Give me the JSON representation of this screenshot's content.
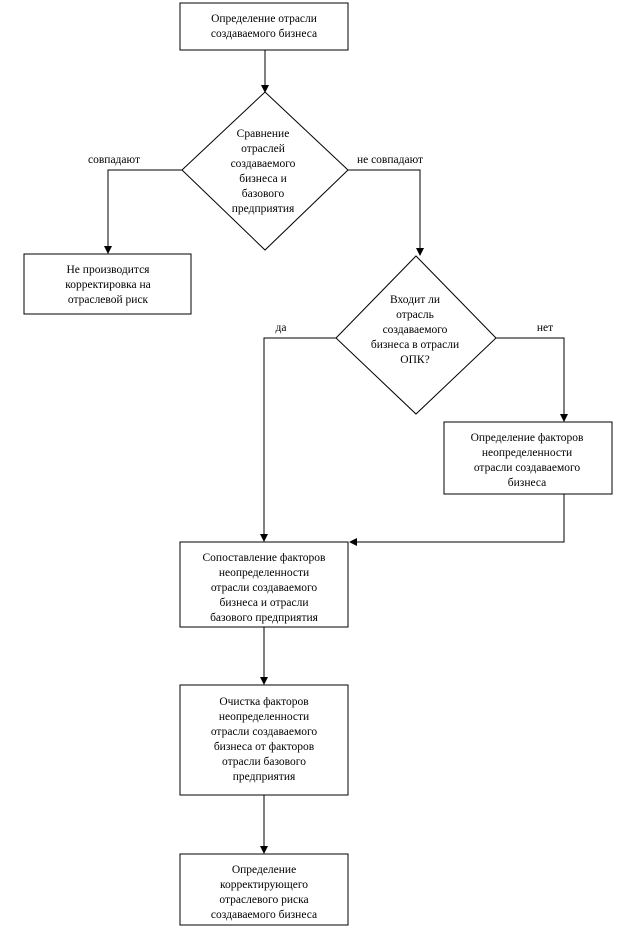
{
  "nodes": {
    "n1": {
      "lines": [
        "Определение отрасли",
        "создаваемого бизнеса"
      ]
    },
    "d1": {
      "lines": [
        "Сравнение",
        "отраслей",
        "создаваемого",
        "бизнеса и",
        "базового",
        "предприятия"
      ]
    },
    "n2": {
      "lines": [
        "Не производится",
        "корректировка на",
        "отраслевой риск"
      ]
    },
    "d2": {
      "lines": [
        "Входит ли",
        "отрасль",
        "создаваемого",
        "бизнеса в отрасли",
        "ОПК?"
      ]
    },
    "n3": {
      "lines": [
        "Определение факторов",
        "неопределенности",
        "отрасли создаваемого",
        "бизнеса"
      ]
    },
    "n4": {
      "lines": [
        "Сопоставление факторов",
        "неопределенности",
        "отрасли создаваемого",
        "бизнеса и отрасли",
        "базового предприятия"
      ]
    },
    "n5": {
      "lines": [
        "Очистка факторов",
        "неопределенности",
        "отрасли создаваемого",
        "бизнеса от факторов",
        "отрасли базового",
        "предприятия"
      ]
    },
    "n6": {
      "lines": [
        "Определение",
        "корректирующего",
        "отраслевого риска",
        "создаваемого бизнеса"
      ]
    }
  },
  "edge_labels": {
    "d1_left": "совпадают",
    "d1_right": "не совпадают",
    "d2_left": "да",
    "d2_right": "нет"
  }
}
